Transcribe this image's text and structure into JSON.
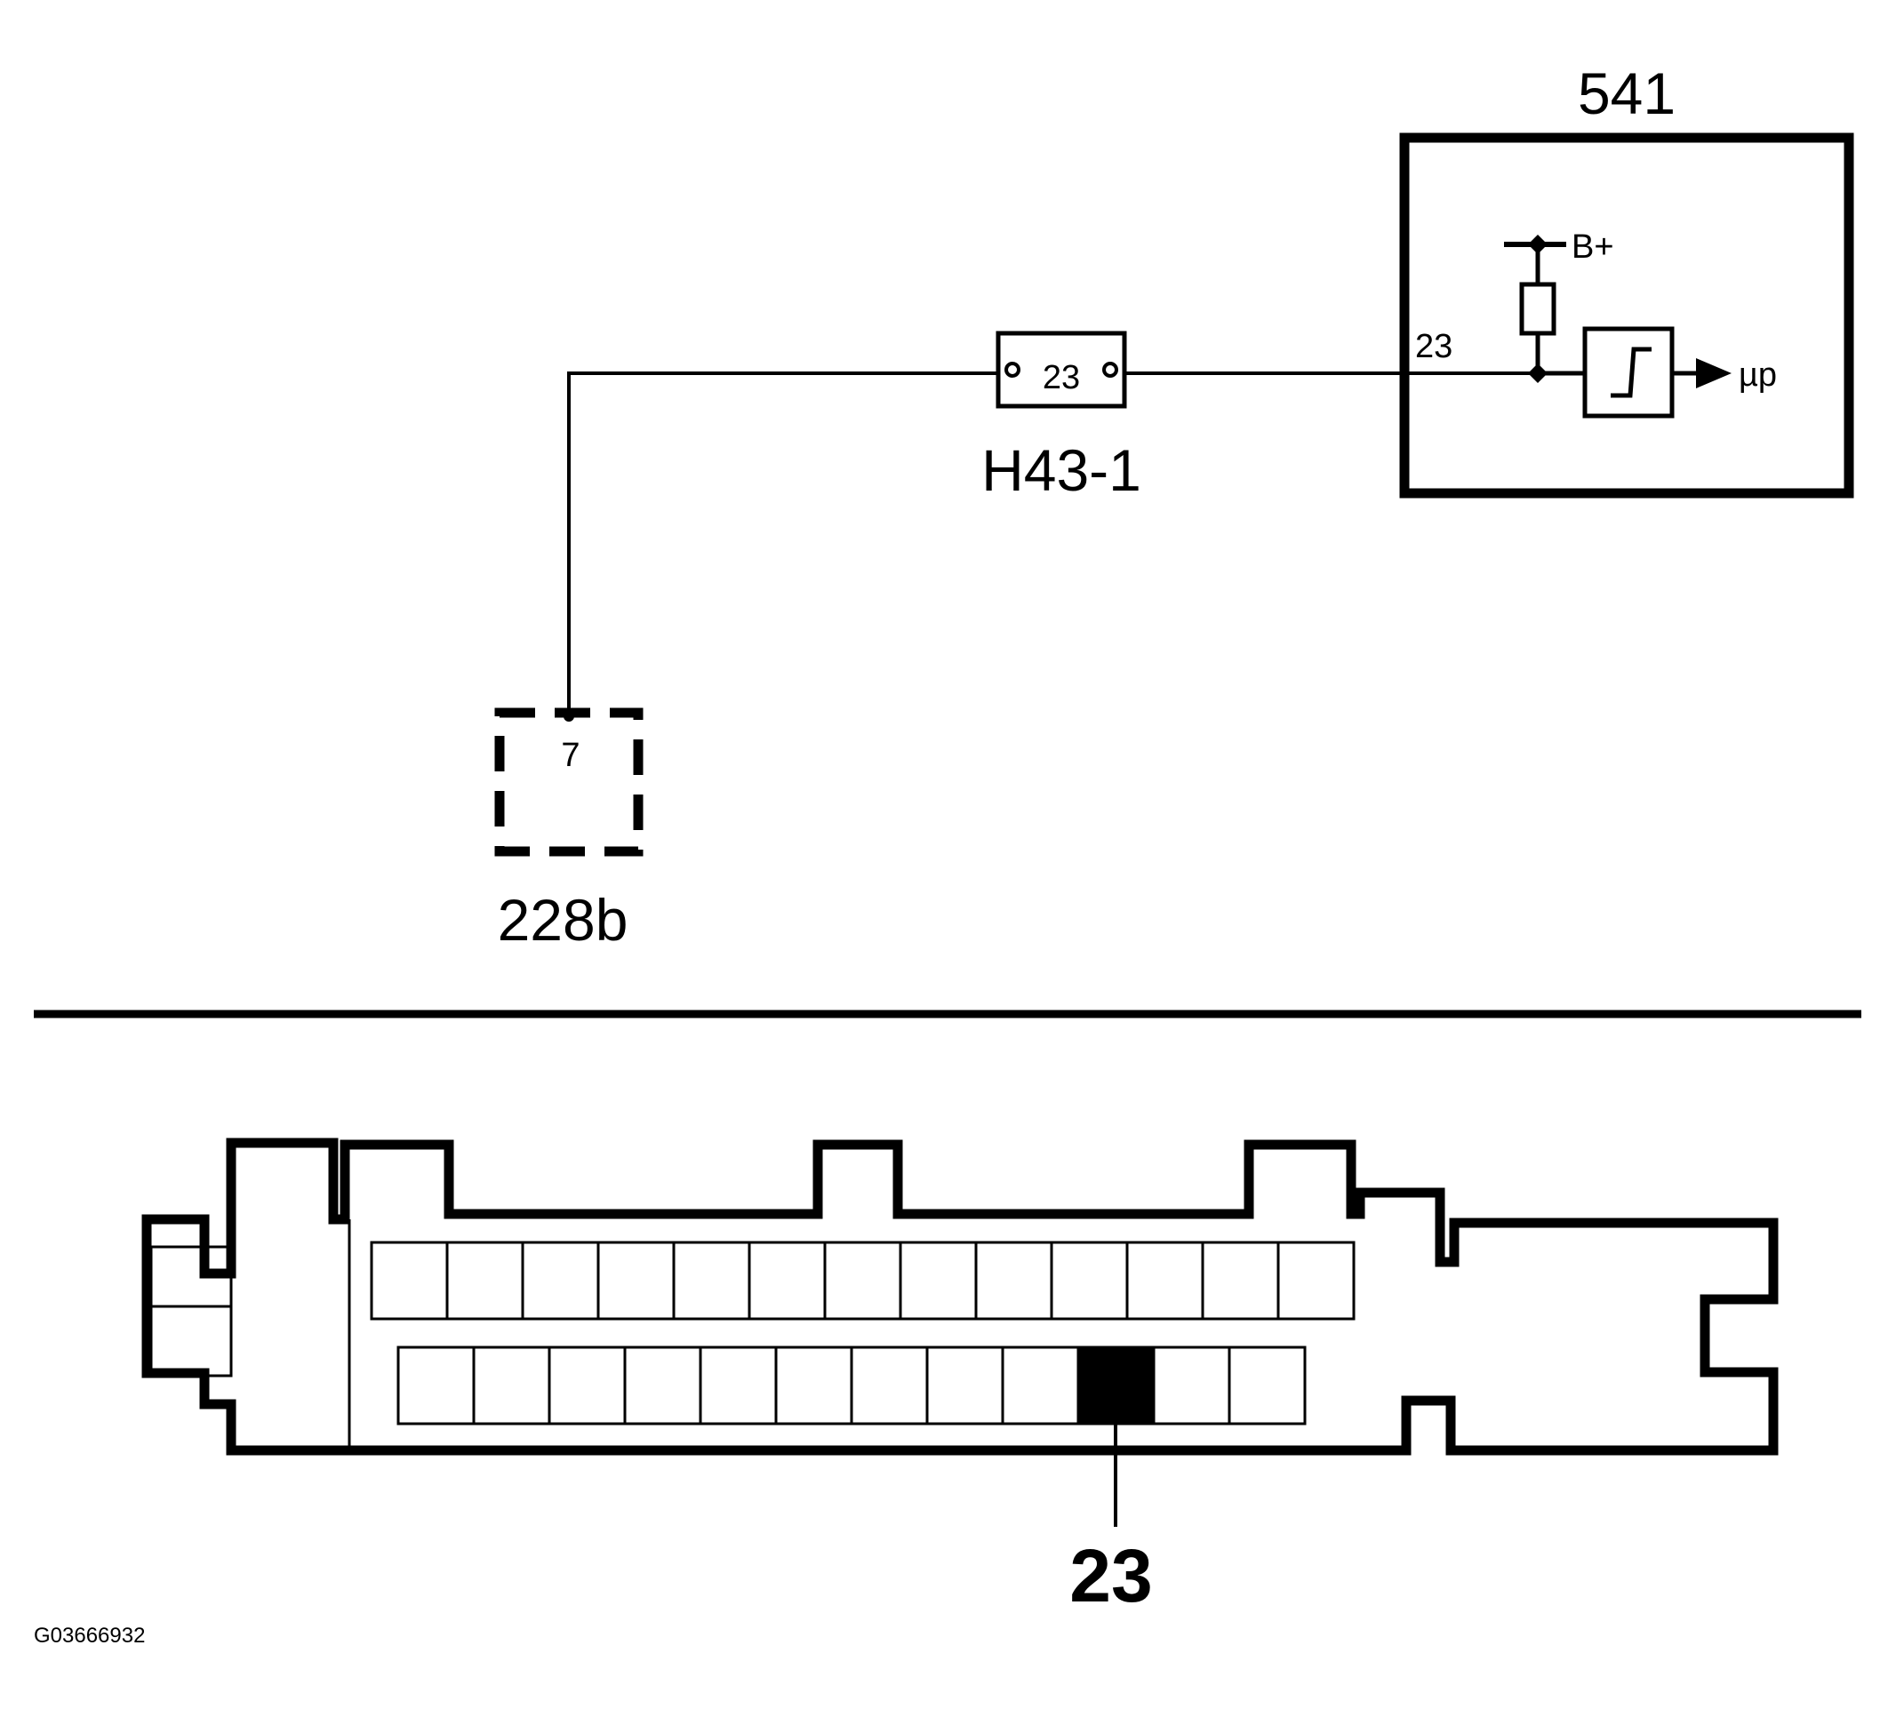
{
  "diagram": {
    "module_541": {
      "label": "541",
      "pin": "23",
      "supply": "B+",
      "output": "µp"
    },
    "connector_h43": {
      "label": "H43-1",
      "pin": "23"
    },
    "component_228b": {
      "label": "228b",
      "pin": "7"
    },
    "connector_view": {
      "top_row_cavities": 13,
      "bottom_row_cavities": 12,
      "highlighted_cavity_index": 9,
      "highlighted_pin_label": "23"
    },
    "figure_code": "G03666932"
  }
}
